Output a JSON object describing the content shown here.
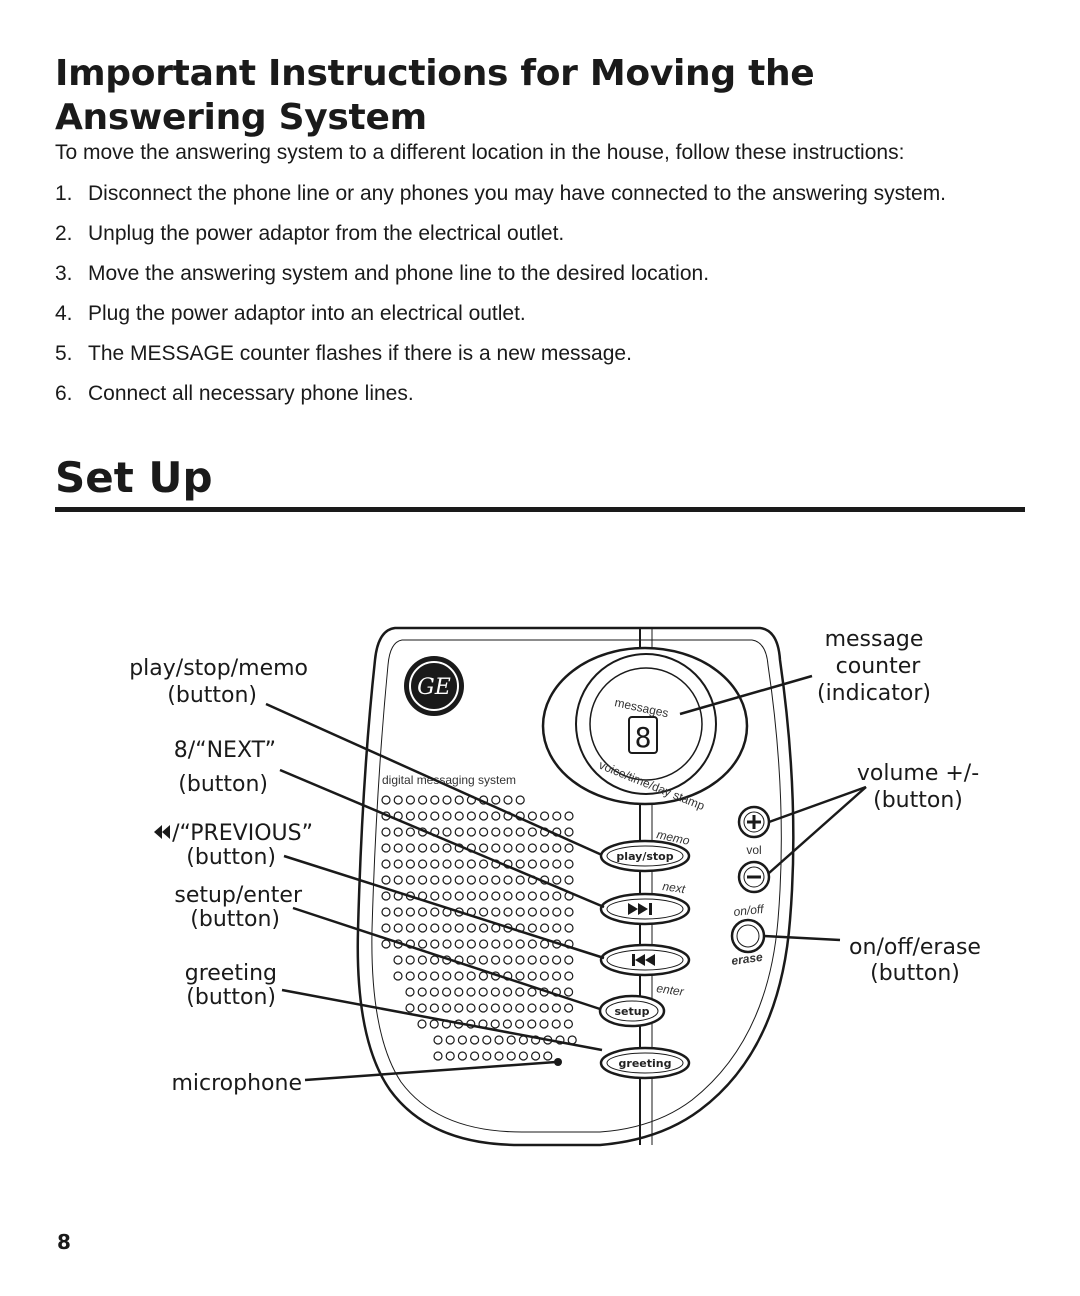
{
  "section": {
    "title": "Important Instructions for Moving the Answering System",
    "intro": "To move the answering system to a different location in the house, follow these instructions:",
    "steps": [
      {
        "num": "1.",
        "text": "Disconnect the phone line or any phones you may have connected to the answering system."
      },
      {
        "num": "2.",
        "text": "Unplug the power adaptor from the electrical outlet."
      },
      {
        "num": "3.",
        "text": "Move the answering system and phone line to the desired location."
      },
      {
        "num": "4.",
        "text": "Plug the power adaptor into an electrical outlet."
      },
      {
        "num": "5.",
        "text": "The MESSAGE counter flashes if there is a new message."
      },
      {
        "num": "6.",
        "text": "Connect all necessary phone lines."
      }
    ]
  },
  "setup": {
    "title": "Set Up",
    "labels": {
      "play_stop_memo": "play/stop/memo",
      "next": "8/“NEXT”",
      "previous": "/“PREVIOUS”",
      "setup_enter": "setup/enter",
      "greeting": "greeting",
      "button": "(button)",
      "microphone": "microphone",
      "message": "message",
      "counter": "counter",
      "indicator": "(indicator)",
      "volume": "volume +/-",
      "on_off_erase": "on/off/erase"
    },
    "device": {
      "logo": "GE",
      "system_name": "digital messaging system",
      "messages": "messages",
      "counter_digit": "8",
      "voice_time_day_stamp": "voice/time/day stamp",
      "memo": "memo",
      "next": "next",
      "enter": "enter",
      "play_stop": "play/stop",
      "setup_btn": "setup",
      "greeting_btn": "greeting",
      "vol": "vol",
      "on_off": "on/off",
      "erase": "erase"
    }
  },
  "page_number": "8"
}
